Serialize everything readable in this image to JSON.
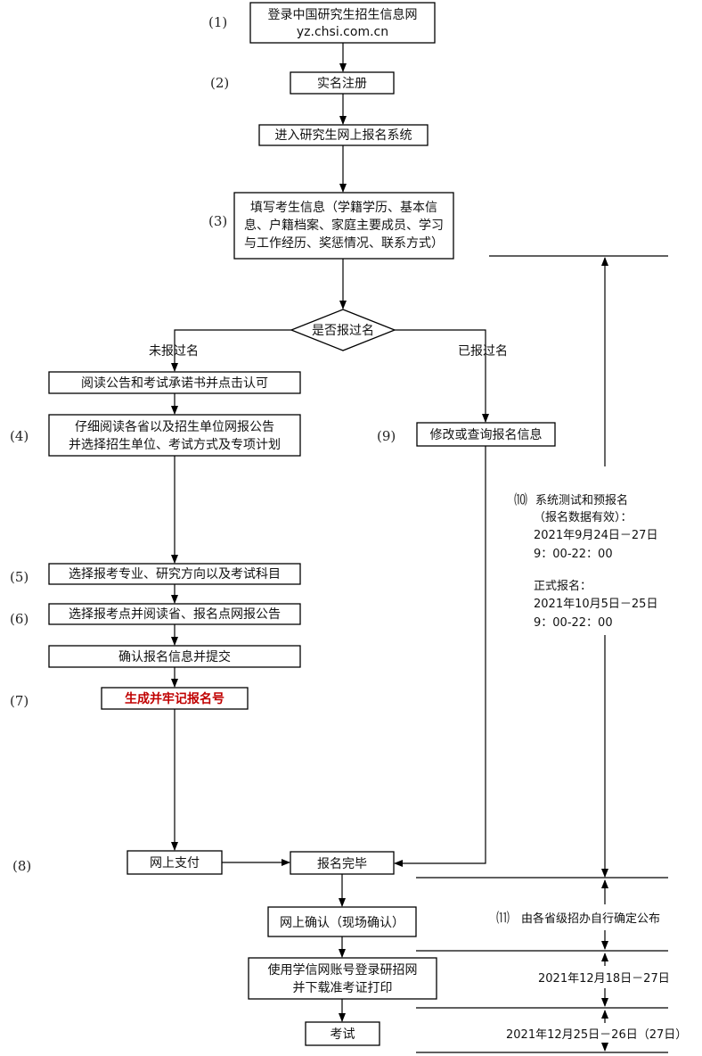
{
  "colors": {
    "line": "#000000",
    "box_fill": "#ffffff",
    "text": "#111111",
    "highlight": "#c00000"
  },
  "steps": {
    "s1": {
      "num": "(1)",
      "line1": "登录中国研究生招生信息网",
      "line2": "yz.chsi.com.cn"
    },
    "s2": {
      "num": "(2)",
      "label": "实名注册"
    },
    "enter": {
      "label": "进入研究生网上报名系统"
    },
    "s3": {
      "num": "(3)",
      "line1": "填写考生信息（学籍学历、基本信",
      "line2": "息、户籍档案、家庭主要成员、学习",
      "line3": "与工作经历、奖惩情况、联系方式）"
    },
    "decision": {
      "label": "是否报过名",
      "no_label": "未报过名",
      "yes_label": "已报过名"
    },
    "read": {
      "label": "阅读公告和考试承诺书并点击认可"
    },
    "s4": {
      "num": "(4)",
      "line1": "仔细阅读各省以及招生单位网报公告",
      "line2": "并选择招生单位、考试方式及专项计划"
    },
    "s9": {
      "num": "(9)",
      "label": "修改或查询报名信息"
    },
    "s5": {
      "num": "(5)",
      "label": "选择报考专业、研究方向以及考试科目"
    },
    "s6": {
      "num": "(6)",
      "label": "选择报考点并阅读省、报名点网报公告"
    },
    "confirm": {
      "label": "确认报名信息并提交"
    },
    "s7": {
      "num": "(7)",
      "label": "生成并牢记报名号"
    },
    "s8": {
      "num": "(8)",
      "pay": "网上支付",
      "done": "报名完毕"
    },
    "online_confirm": {
      "label": "网上确认（现场确认）"
    },
    "print": {
      "line1": "使用学信网账号登录研招网",
      "line2": "并下载准考证打印"
    },
    "exam": {
      "label": "考试"
    }
  },
  "timeline": {
    "s10": {
      "num": "⑽",
      "line1": "系统测试和预报名",
      "line2": "（报名数据有效）：",
      "line3": "2021年9月24日－27日",
      "line4": "9：00-22：00",
      "line5": "正式报名：",
      "line6": "2021年10月5日－25日",
      "line7": "9：00-22：00"
    },
    "s11": {
      "num": "⑾",
      "label": "由各省级招办自行确定公布"
    },
    "print_date": "2021年12月18日－27日",
    "exam_date": "2021年12月25日－26日（27日）"
  }
}
